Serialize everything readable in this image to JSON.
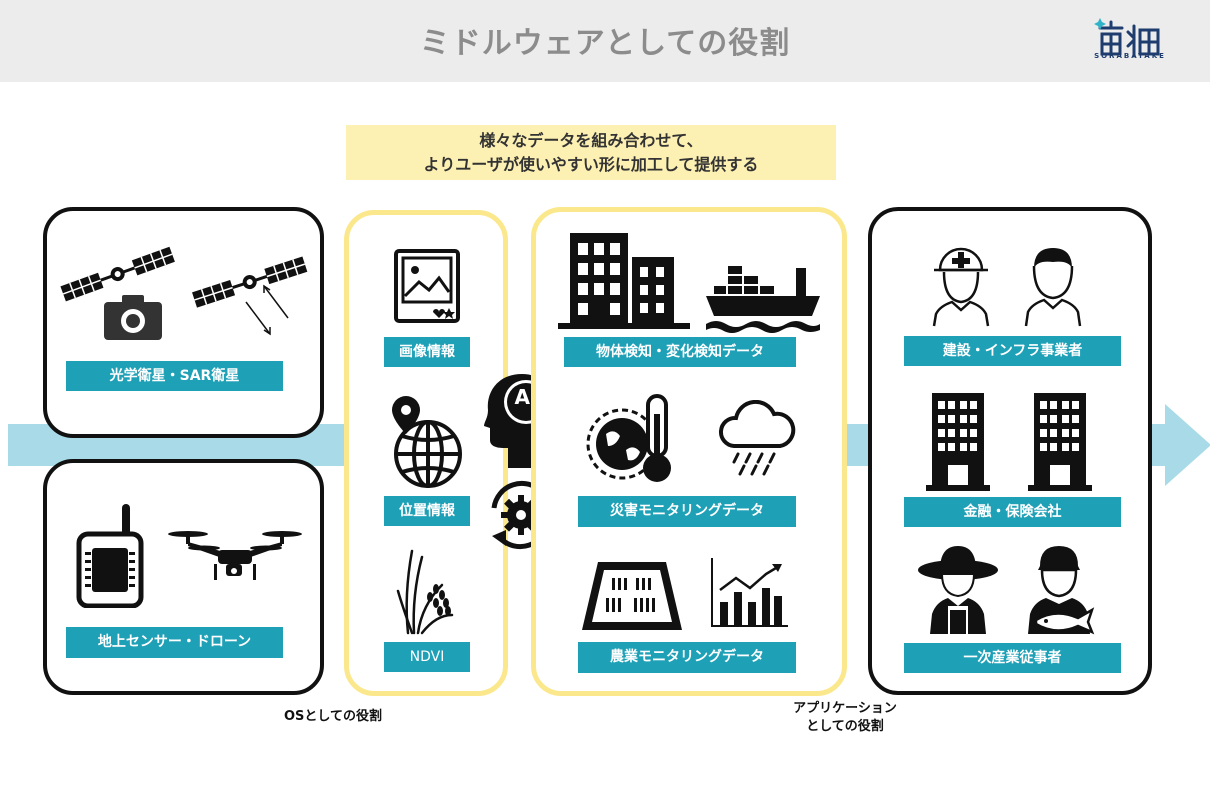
{
  "header": {
    "title": "ミドルウェアとしての役割",
    "logo_text": "SORABATAKE"
  },
  "callout": {
    "line1": "様々なデータを組み合わせて、",
    "line2": "よりユーザが使いやすい形に加工して提供する"
  },
  "sources": {
    "satellite_label": "光学衛星・SAR衛星",
    "ground_label": "地上センサー・ドローン"
  },
  "os_layer": {
    "items": [
      "画像情報",
      "位置情報",
      "NDVI"
    ],
    "caption": "OSとしての役割"
  },
  "ai": {
    "badge": "AI"
  },
  "application_layer": {
    "items": [
      "物体検知・変化検知データ",
      "災害モニタリングデータ",
      "農業モニタリングデータ"
    ],
    "caption_line1": "アプリケーション",
    "caption_line2": "としての役割"
  },
  "users": {
    "items": [
      "建設・インフラ事業者",
      "金融・保険会社",
      "一次産業従事者"
    ]
  },
  "colors": {
    "label_bg": "#1ea0b6",
    "band": "#a8dbe7",
    "callout_bg": "#fdf0b3",
    "yellow_border": "#fbe88c"
  }
}
